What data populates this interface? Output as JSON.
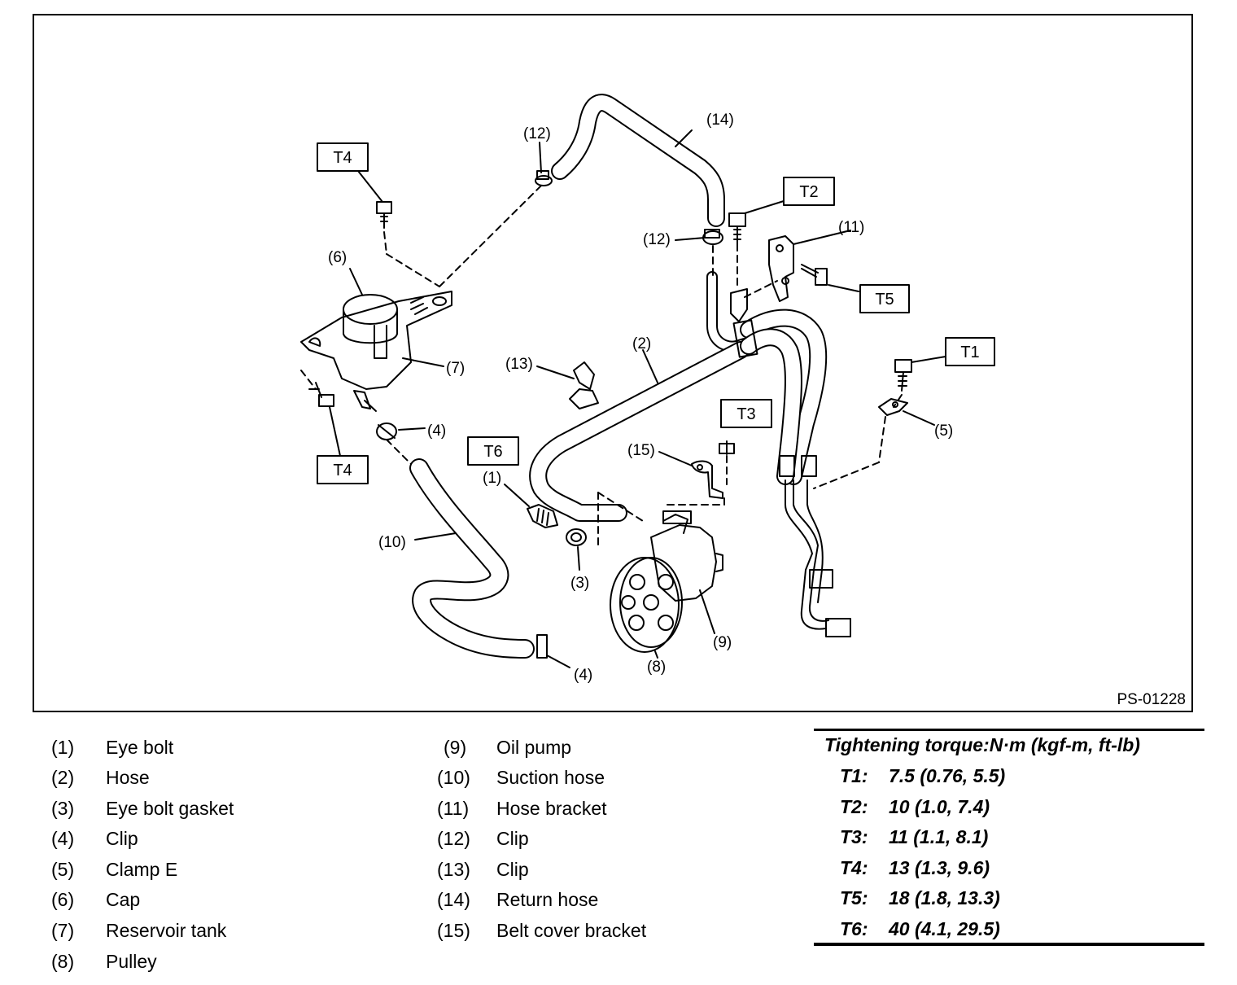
{
  "figure_code": "PS-01228",
  "callouts": {
    "c1": "(1)",
    "c2": "(2)",
    "c3": "(3)",
    "c4a": "(4)",
    "c4b": "(4)",
    "c5": "(5)",
    "c6": "(6)",
    "c7": "(7)",
    "c8": "(8)",
    "c9": "(9)",
    "c10": "(10)",
    "c11": "(11)",
    "c12a": "(12)",
    "c12b": "(12)",
    "c13": "(13)",
    "c14": "(14)",
    "c15": "(15)"
  },
  "torque_boxes": {
    "t1": "T1",
    "t2": "T2",
    "t3": "T3",
    "t4a": "T4",
    "t4b": "T4",
    "t5": "T5",
    "t6": "T6"
  },
  "legend": [
    {
      "num": "(1)",
      "name": "Eye bolt"
    },
    {
      "num": "(2)",
      "name": "Hose"
    },
    {
      "num": "(3)",
      "name": "Eye bolt gasket"
    },
    {
      "num": "(4)",
      "name": "Clip"
    },
    {
      "num": "(5)",
      "name": "Clamp E"
    },
    {
      "num": "(6)",
      "name": "Cap"
    },
    {
      "num": "(7)",
      "name": "Reservoir tank"
    },
    {
      "num": "(8)",
      "name": "Pulley"
    },
    {
      "num": "(9)",
      "name": "Oil pump"
    },
    {
      "num": "(10)",
      "name": "Suction hose"
    },
    {
      "num": "(11)",
      "name": "Hose bracket"
    },
    {
      "num": "(12)",
      "name": "Clip"
    },
    {
      "num": "(13)",
      "name": "Clip"
    },
    {
      "num": "(14)",
      "name": "Return hose"
    },
    {
      "num": "(15)",
      "name": "Belt cover bracket"
    }
  ],
  "torque_table": {
    "title": "Tightening torque:N·m (kgf-m, ft-lb)",
    "rows": [
      {
        "key": "T1:",
        "value": "7.5 (0.76, 5.5)"
      },
      {
        "key": "T2:",
        "value": "10 (1.0, 7.4)"
      },
      {
        "key": "T3:",
        "value": "11 (1.1, 8.1)"
      },
      {
        "key": "T4:",
        "value": "13 (1.3, 9.6)"
      },
      {
        "key": "T5:",
        "value": "18 (1.8, 13.3)"
      },
      {
        "key": "T6:",
        "value": "40 (4.1, 29.5)"
      }
    ]
  }
}
